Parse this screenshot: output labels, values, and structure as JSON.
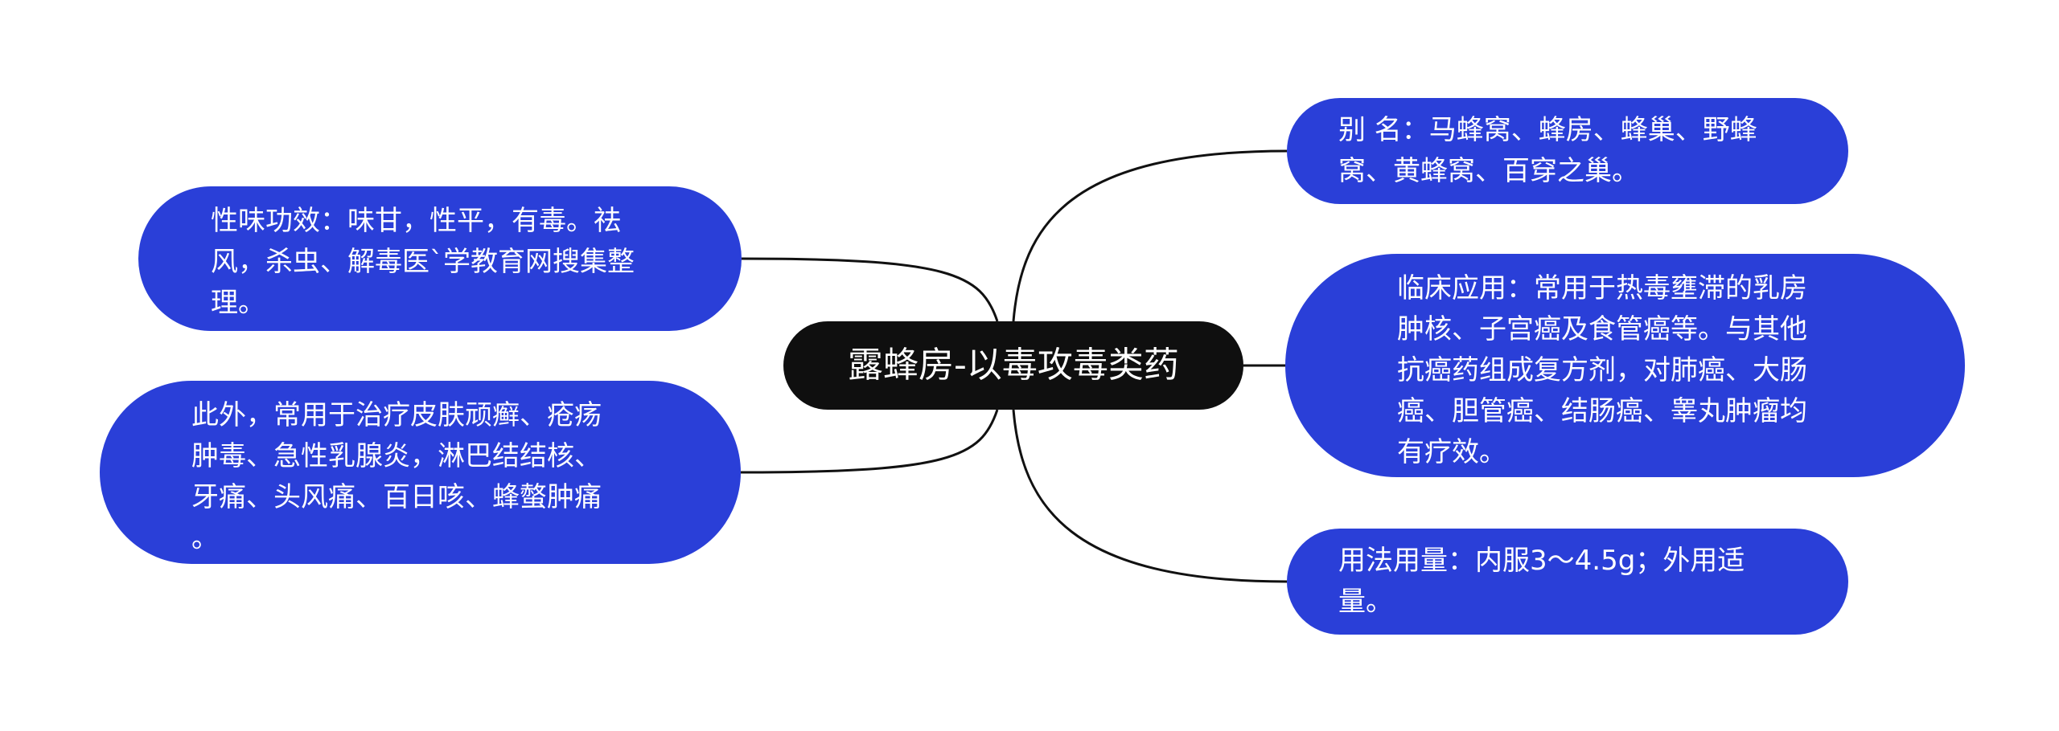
{
  "mindmap": {
    "center": {
      "title": "露蜂房-以毒攻毒类药"
    },
    "colors": {
      "center_fill": "#0f0f0f",
      "branch_fill": "#2a3fd8",
      "connector": "#111111",
      "text": "#ffffff"
    },
    "right_branches": [
      {
        "lines": [
          "别 名：马蜂窝、蜂房、蜂巢、野蜂",
          "窝、黄蜂窝、百穿之巢。"
        ]
      },
      {
        "lines": [
          "临床应用：常用于热毒壅滞的乳房",
          "肿核、子宫癌及食管癌等。与其他",
          "抗癌药组成复方剂，对肺癌、大肠",
          "癌、胆管癌、结肠癌、睾丸肿瘤均",
          "有疗效。"
        ]
      },
      {
        "lines": [
          "用法用量：内服3～4.5g；外用适",
          "量。"
        ]
      }
    ],
    "left_branches": [
      {
        "lines": [
          "性味功效：味甘，性平，有毒。祛",
          "风，杀虫、解毒医`学教育网搜集整",
          "理。"
        ]
      },
      {
        "lines": [
          "此外，常用于治疗皮肤顽癣、疮疡",
          "肿毒、急性乳腺炎，淋巴结结核、",
          "牙痛、头风痛、百日咳、蜂螫肿痛",
          "。"
        ]
      }
    ]
  }
}
